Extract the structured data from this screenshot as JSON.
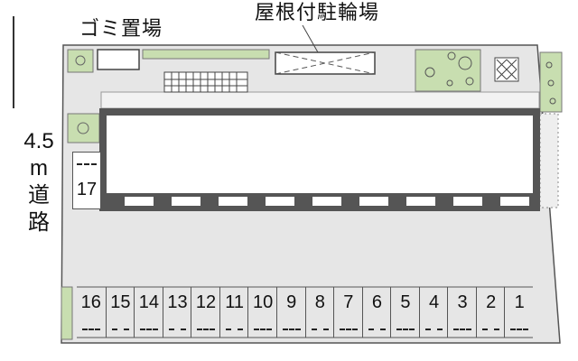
{
  "labels": {
    "garbage": "ゴミ置場",
    "bike_parking": "屋根付駐輪場",
    "road_width": "4.5",
    "road_unit": "m",
    "road_char1": "道",
    "road_char2": "路"
  },
  "stalls": [
    "16",
    "15",
    "14",
    "13",
    "12",
    "11",
    "10",
    "9",
    "8",
    "7",
    "6",
    "5",
    "4",
    "3",
    "2",
    "1"
  ],
  "side_stall": "17",
  "colors": {
    "ground": "#e6e6e6",
    "building_wall": "#555555",
    "green": "#c8deb0",
    "line": "#333333"
  }
}
